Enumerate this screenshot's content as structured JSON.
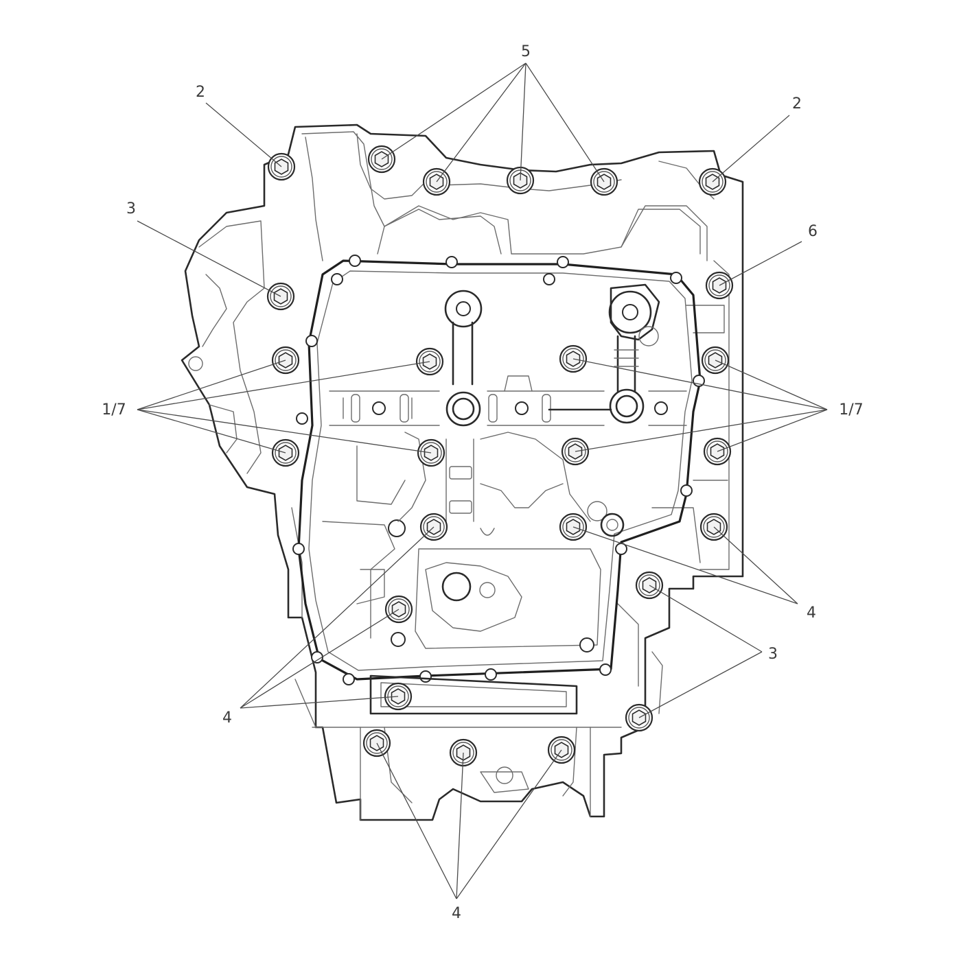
{
  "callouts": [
    {
      "id": "5",
      "label": "5"
    },
    {
      "id": "2a",
      "label": "2"
    },
    {
      "id": "2b",
      "label": "2"
    },
    {
      "id": "3a",
      "label": "3"
    },
    {
      "id": "6",
      "label": "6"
    },
    {
      "id": "17a",
      "label": "1/7"
    },
    {
      "id": "17b",
      "label": "1/7"
    },
    {
      "id": "4a",
      "label": "4"
    },
    {
      "id": "3b",
      "label": "3"
    },
    {
      "id": "4b",
      "label": "4"
    },
    {
      "id": "4c",
      "label": "4"
    }
  ]
}
